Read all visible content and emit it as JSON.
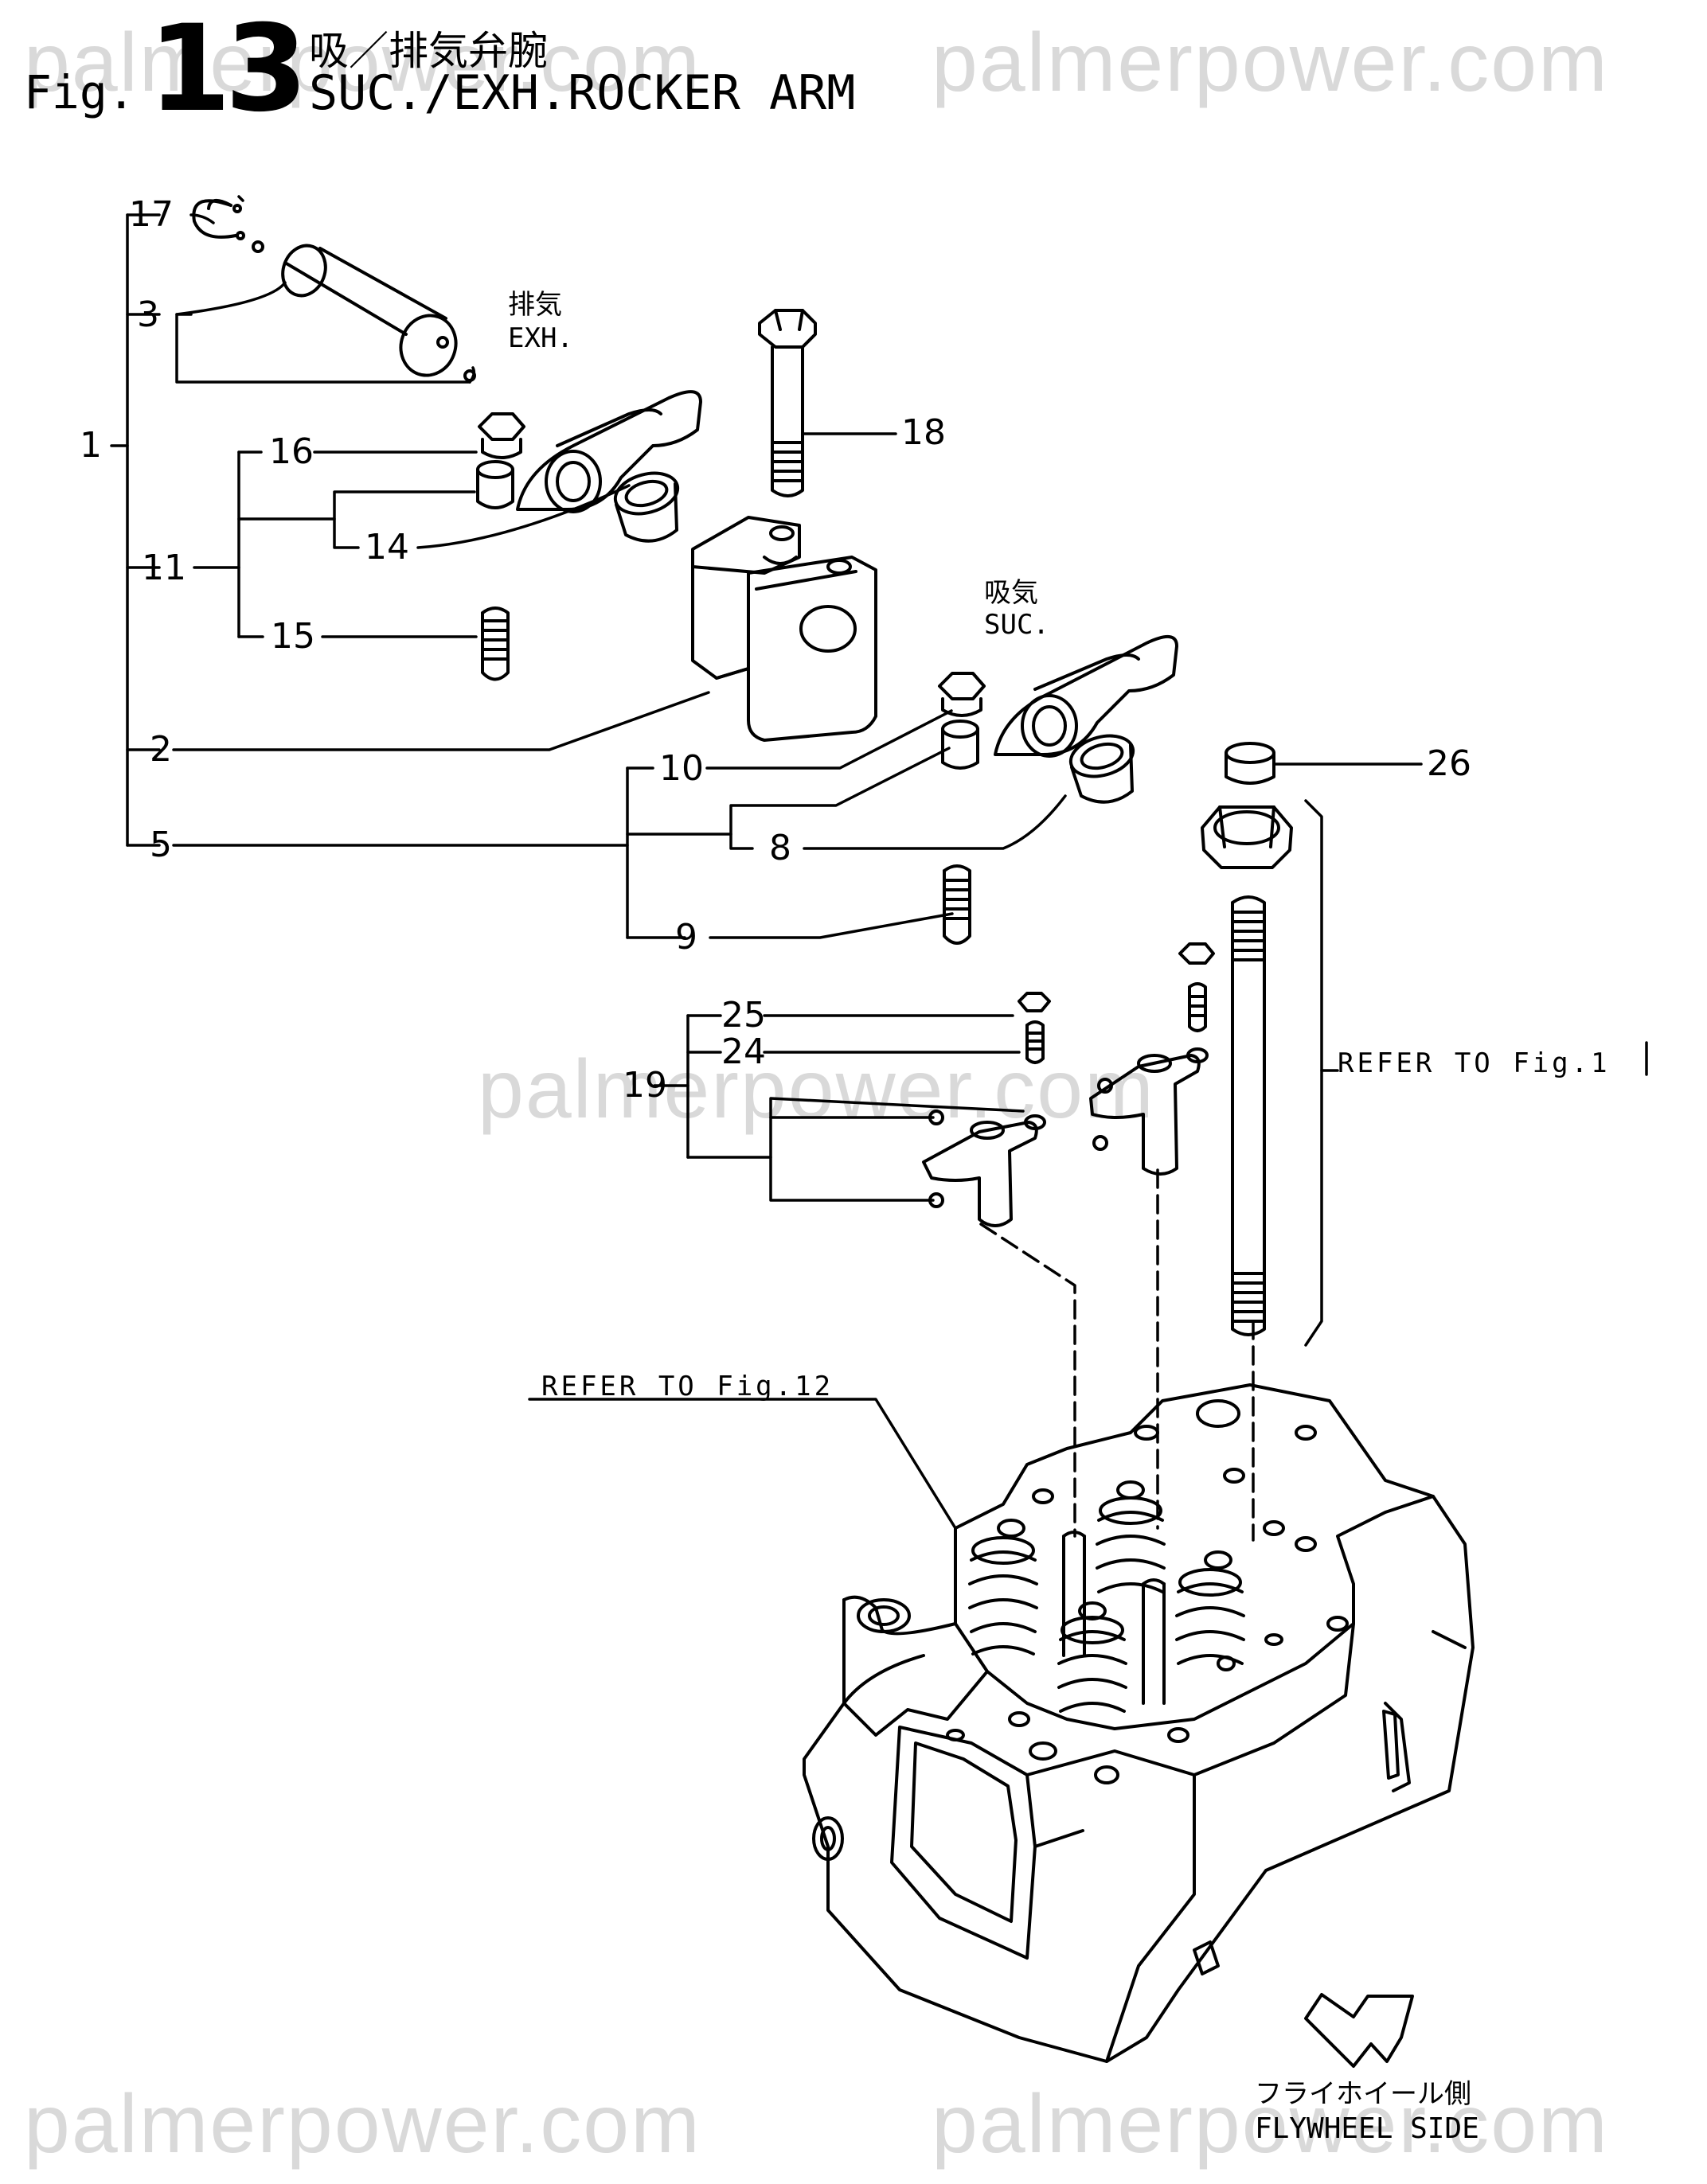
{
  "watermark": "palmerpower.com",
  "header": {
    "fig_prefix": "Fig.",
    "fig_number": "13",
    "title_jp": "吸／排気弁腕",
    "title_en": "SUC./EXH.ROCKER ARM"
  },
  "labels": {
    "exh_jp": "排気",
    "exh_en": "EXH.",
    "suc_jp": "吸気",
    "suc_en": "SUC.",
    "flywheel_jp": "フライホイール側",
    "flywheel_en": "FLYWHEEL SIDE"
  },
  "refs": {
    "fig1": "REFER TO Fig.1",
    "fig12": "REFER TO Fig.12"
  },
  "callouts": {
    "p1": "1",
    "p2": "2",
    "p3": "3",
    "p5": "5",
    "p8": "8",
    "p9": "9",
    "p10": "10",
    "p11": "11",
    "p14": "14",
    "p15": "15",
    "p16": "16",
    "p17": "17",
    "p18": "18",
    "p19": "19",
    "p24": "24",
    "p25": "25",
    "p26": "26"
  },
  "colors": {
    "ink": "#000000",
    "watermark": "#d9d9d9",
    "paper": "#ffffff"
  }
}
